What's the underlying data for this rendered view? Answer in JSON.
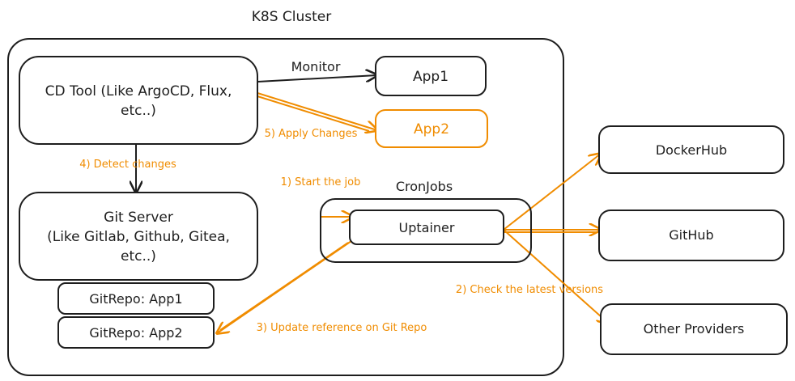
{
  "cluster": {
    "title": "K8S Cluster"
  },
  "nodes": {
    "cd_tool": {
      "lines": [
        "CD Tool (Like ArgoCD, Flux,",
        "etc..)"
      ]
    },
    "app1": {
      "label": "App1"
    },
    "app2": {
      "label": "App2"
    },
    "git_server": {
      "lines": [
        "Git Server",
        "(Like Gitlab, Github, Gitea,",
        "etc..)"
      ]
    },
    "gitrepo_app1": {
      "label": "GitRepo: App1"
    },
    "gitrepo_app2": {
      "label": "GitRepo: App2"
    },
    "cronjobs": {
      "label": "CronJobs"
    },
    "uptainer": {
      "label": "Uptainer"
    },
    "dockerhub": {
      "label": "DockerHub"
    },
    "github": {
      "label": "GitHub"
    },
    "other_providers": {
      "label": "Other Providers"
    }
  },
  "edges": {
    "monitor": "Monitor",
    "apply_changes": "5) Apply Changes",
    "detect_changes": "4) Detect changes",
    "start_job": "1) Start the job",
    "check_versions": "2) Check the latest versions",
    "update_reference": "3) Update reference on Git Repo"
  },
  "colors": {
    "stroke": "#1e1e1e",
    "accent": "#f08c00",
    "background": "#ffffff"
  }
}
